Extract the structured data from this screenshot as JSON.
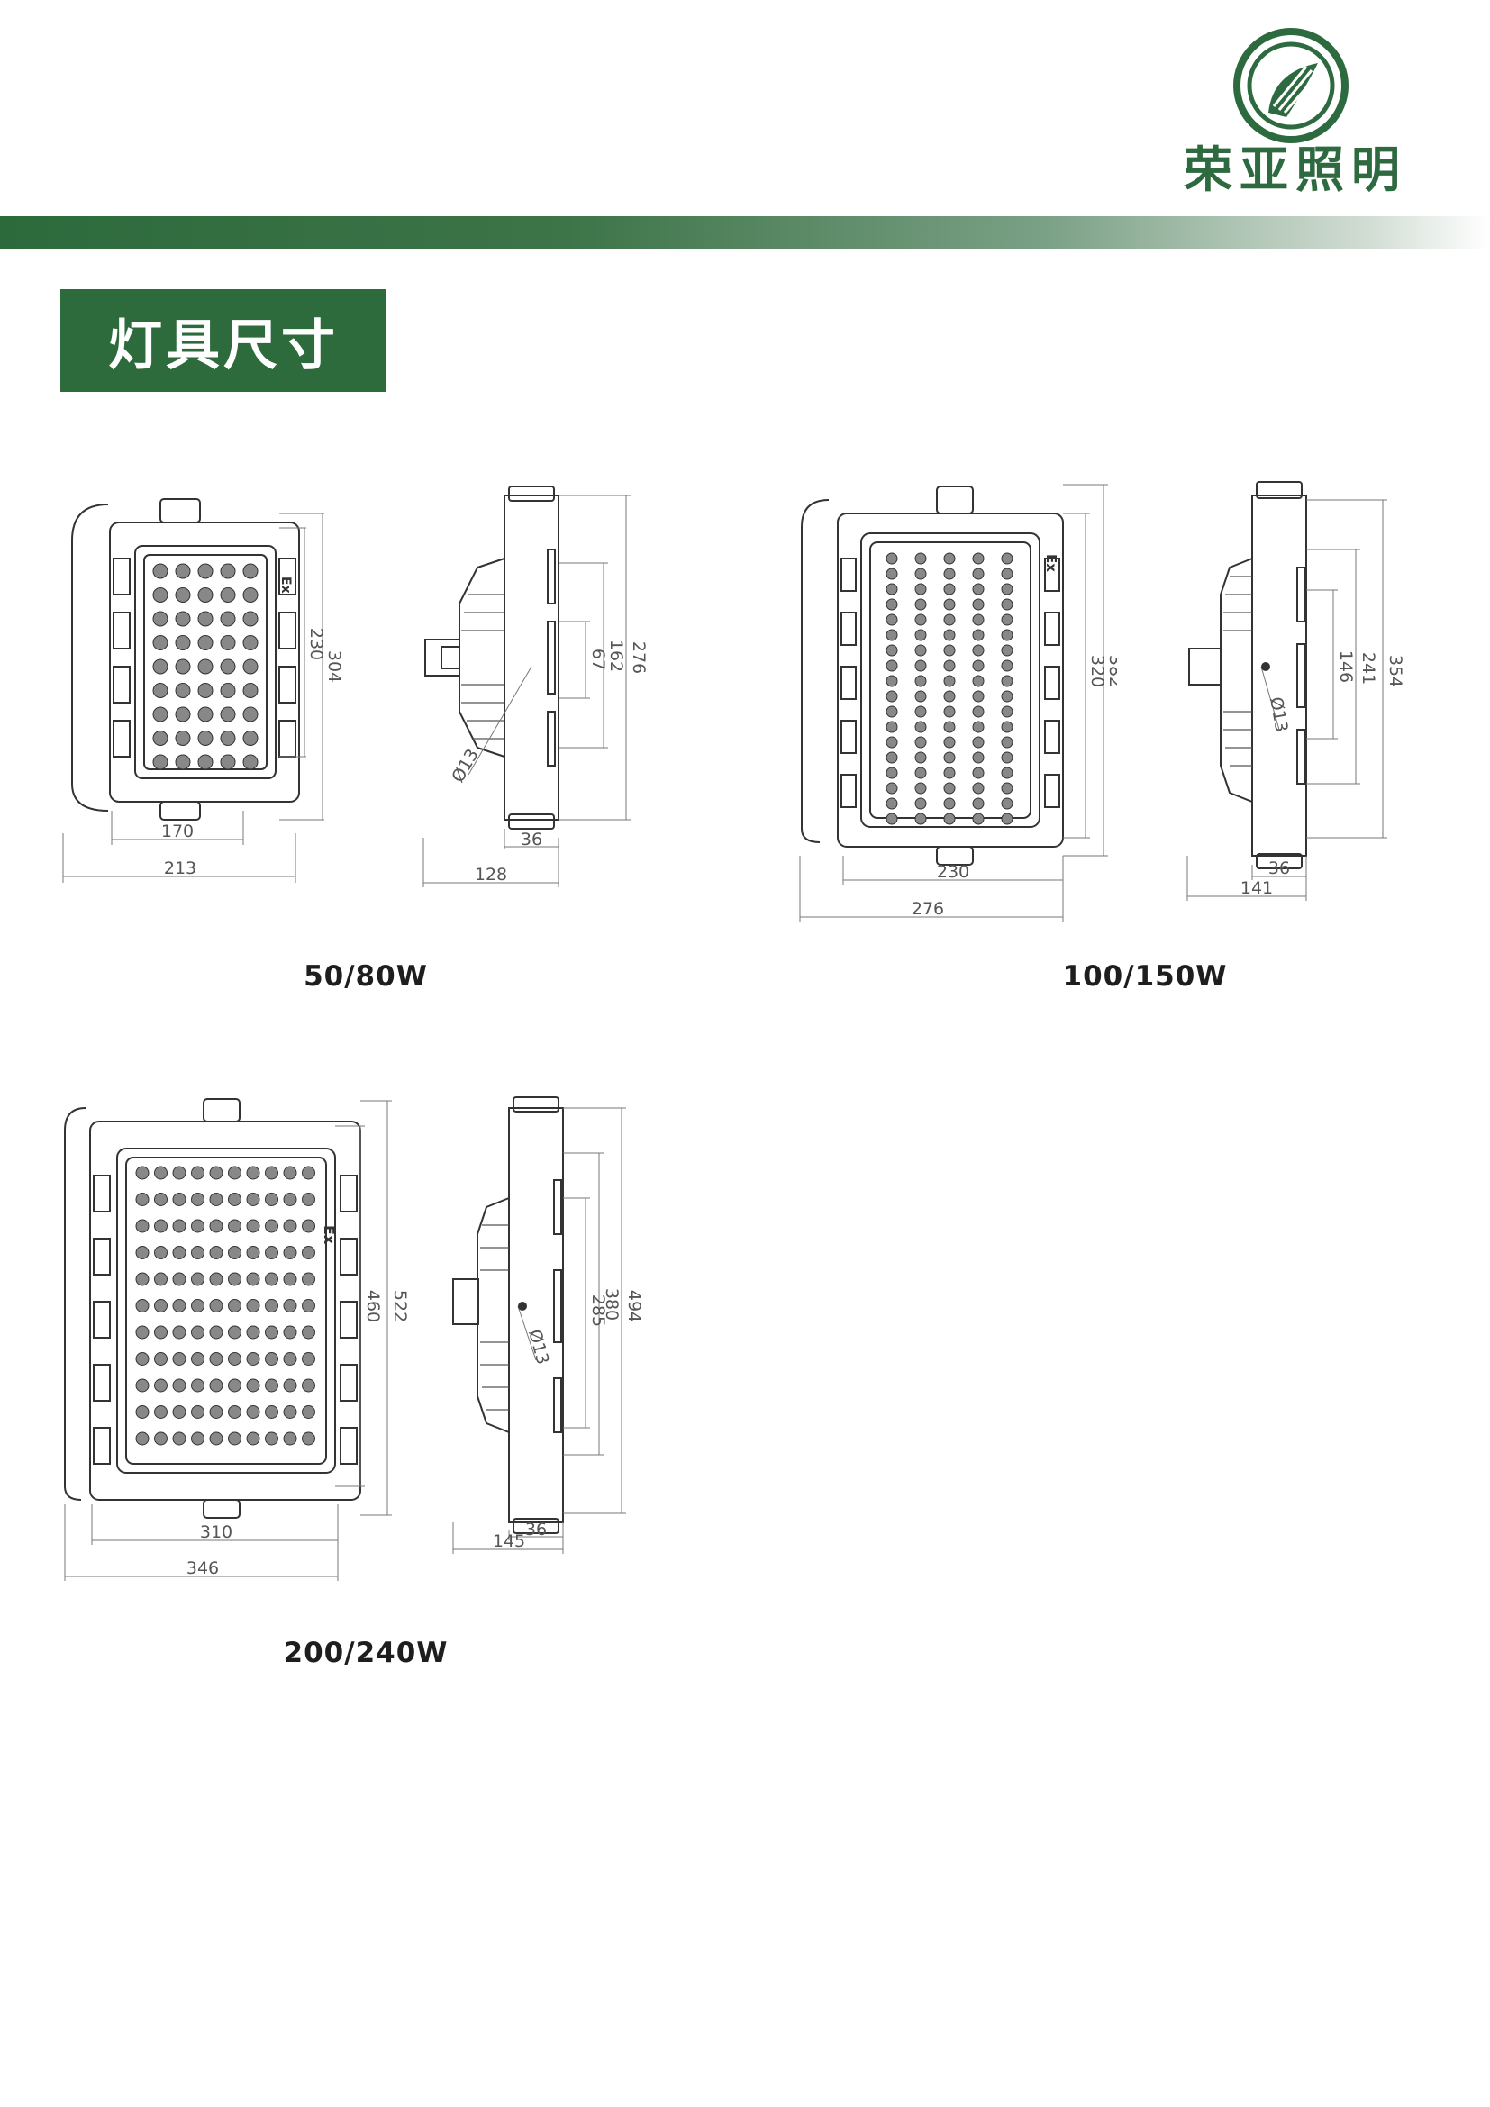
{
  "brand": {
    "name": "荣亚照明",
    "accent": "#2d6a3c"
  },
  "section": {
    "title": "灯具尺寸"
  },
  "models": [
    {
      "caption": "50/80W",
      "front_dims": {
        "width_outer": "213",
        "width_inner": "170",
        "height_outer": "304",
        "height_inner": "230",
        "mark": "Ex"
      },
      "side_dims": {
        "depth": "128",
        "neck": "36",
        "height_total": "276",
        "height_mid": "162",
        "height_inner": "67",
        "diameter": "Ø13"
      }
    },
    {
      "caption": "100/150W",
      "front_dims": {
        "width_outer": "276",
        "width_inner": "230",
        "height_outer": "382",
        "height_inner": "320",
        "mark": "Ex"
      },
      "side_dims": {
        "depth": "141",
        "neck": "36",
        "height_total": "354",
        "height_mid": "241",
        "height_inner": "146",
        "diameter": "Ø13"
      }
    },
    {
      "caption": "200/240W",
      "front_dims": {
        "width_outer": "346",
        "width_inner": "310",
        "height_outer": "522",
        "height_inner": "460",
        "mark": "Ex"
      },
      "side_dims": {
        "depth": "145",
        "neck": "36",
        "height_total": "494",
        "height_mid": "380",
        "height_inner": "285",
        "diameter": "Ø13"
      }
    }
  ]
}
